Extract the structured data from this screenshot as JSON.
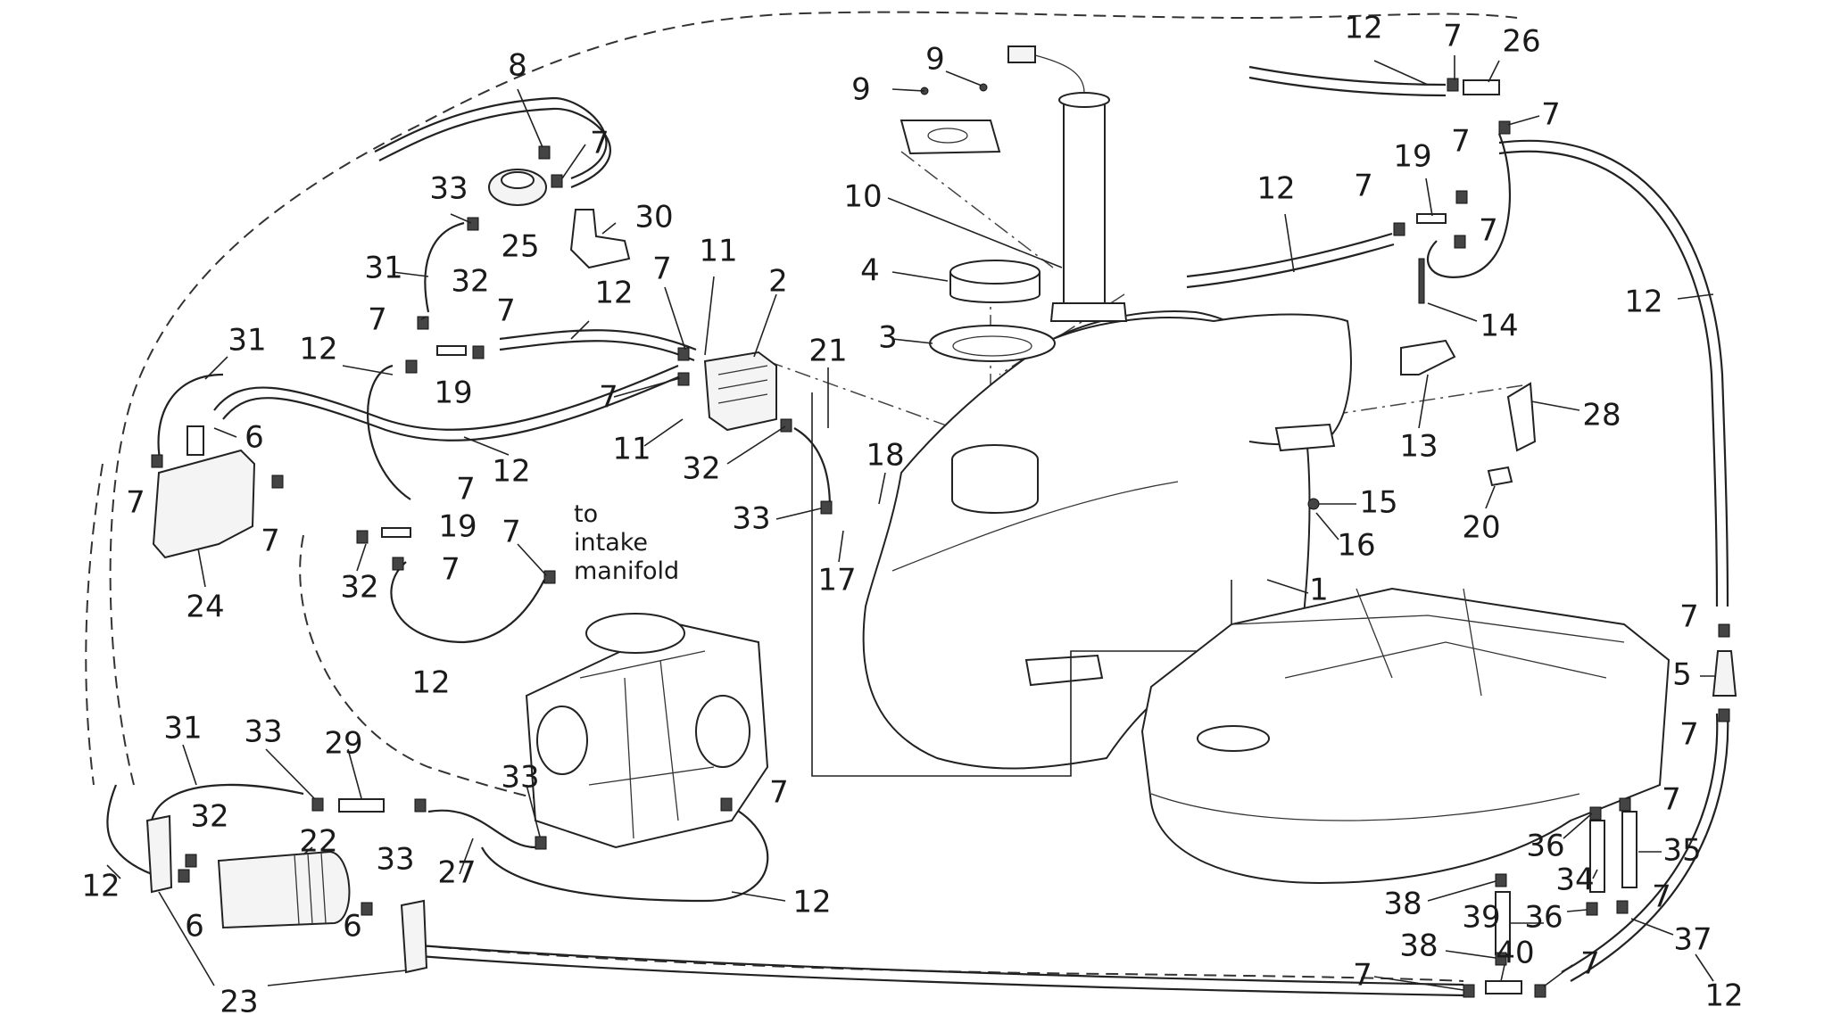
{
  "diagram": {
    "labels": [
      {
        "id": "l8",
        "text": "8"
      },
      {
        "id": "l7a",
        "text": "7"
      },
      {
        "id": "l33a",
        "text": "33"
      },
      {
        "id": "l25",
        "text": "25"
      },
      {
        "id": "l30",
        "text": "30"
      },
      {
        "id": "l31a",
        "text": "31"
      },
      {
        "id": "l32a",
        "text": "32"
      },
      {
        "id": "l7b",
        "text": "7"
      },
      {
        "id": "l7c",
        "text": "7"
      },
      {
        "id": "l19a",
        "text": "19"
      },
      {
        "id": "l12a",
        "text": "12"
      },
      {
        "id": "l31b",
        "text": "31"
      },
      {
        "id": "l12b",
        "text": "12"
      },
      {
        "id": "l6a",
        "text": "6"
      },
      {
        "id": "l7d",
        "text": "7"
      },
      {
        "id": "l7e",
        "text": "7"
      },
      {
        "id": "l24",
        "text": "24"
      },
      {
        "id": "l12c",
        "text": "12"
      },
      {
        "id": "l7f",
        "text": "7"
      },
      {
        "id": "l19b",
        "text": "19"
      },
      {
        "id": "l32b",
        "text": "32"
      },
      {
        "id": "l7g",
        "text": "7"
      },
      {
        "id": "l7h",
        "text": "7"
      },
      {
        "id": "l12d",
        "text": "12"
      },
      {
        "id": "l11a",
        "text": "11"
      },
      {
        "id": "l2",
        "text": "2"
      },
      {
        "id": "l7i",
        "text": "7"
      },
      {
        "id": "l7j",
        "text": "7"
      },
      {
        "id": "l11b",
        "text": "11"
      },
      {
        "id": "l32c",
        "text": "32"
      },
      {
        "id": "l21",
        "text": "21"
      },
      {
        "id": "l33b",
        "text": "33"
      },
      {
        "id": "l18",
        "text": "18"
      },
      {
        "id": "l17",
        "text": "17"
      },
      {
        "id": "l9a",
        "text": "9"
      },
      {
        "id": "l9b",
        "text": "9"
      },
      {
        "id": "l10",
        "text": "10"
      },
      {
        "id": "l4",
        "text": "4"
      },
      {
        "id": "l3",
        "text": "3"
      },
      {
        "id": "l12e",
        "text": "12"
      },
      {
        "id": "l7k",
        "text": "7"
      },
      {
        "id": "l26",
        "text": "26"
      },
      {
        "id": "l7l",
        "text": "7"
      },
      {
        "id": "l12f",
        "text": "12"
      },
      {
        "id": "l19c",
        "text": "19"
      },
      {
        "id": "l7m",
        "text": "7"
      },
      {
        "id": "l7n",
        "text": "7"
      },
      {
        "id": "l7o",
        "text": "7"
      },
      {
        "id": "l12g",
        "text": "12"
      },
      {
        "id": "l14",
        "text": "14"
      },
      {
        "id": "l13",
        "text": "13"
      },
      {
        "id": "l28",
        "text": "28"
      },
      {
        "id": "l15",
        "text": "15"
      },
      {
        "id": "l16",
        "text": "16"
      },
      {
        "id": "l20",
        "text": "20"
      },
      {
        "id": "l1",
        "text": "1"
      },
      {
        "id": "l7p",
        "text": "7"
      },
      {
        "id": "l5",
        "text": "5"
      },
      {
        "id": "l7q",
        "text": "7"
      },
      {
        "id": "l31c",
        "text": "31"
      },
      {
        "id": "l33c",
        "text": "33"
      },
      {
        "id": "l29",
        "text": "29"
      },
      {
        "id": "l32d",
        "text": "32"
      },
      {
        "id": "l22",
        "text": "22"
      },
      {
        "id": "l33d",
        "text": "33"
      },
      {
        "id": "l33e",
        "text": "33"
      },
      {
        "id": "l27",
        "text": "27"
      },
      {
        "id": "l7r",
        "text": "7"
      },
      {
        "id": "l12h",
        "text": "12"
      },
      {
        "id": "l6b",
        "text": "6"
      },
      {
        "id": "l6c",
        "text": "6"
      },
      {
        "id": "l12i",
        "text": "12"
      },
      {
        "id": "l23",
        "text": "23"
      },
      {
        "id": "l7s",
        "text": "7"
      },
      {
        "id": "l36a",
        "text": "36"
      },
      {
        "id": "l35",
        "text": "35"
      },
      {
        "id": "l34",
        "text": "34"
      },
      {
        "id": "l38a",
        "text": "38"
      },
      {
        "id": "l39",
        "text": "39"
      },
      {
        "id": "l36b",
        "text": "36"
      },
      {
        "id": "l7t",
        "text": "7"
      },
      {
        "id": "l37",
        "text": "37"
      },
      {
        "id": "l38b",
        "text": "38"
      },
      {
        "id": "l40",
        "text": "40"
      },
      {
        "id": "l7u",
        "text": "7"
      },
      {
        "id": "l7v",
        "text": "7"
      },
      {
        "id": "l12j",
        "text": "12"
      }
    ],
    "note_lines": [
      "to",
      "intake",
      "manifold"
    ]
  }
}
